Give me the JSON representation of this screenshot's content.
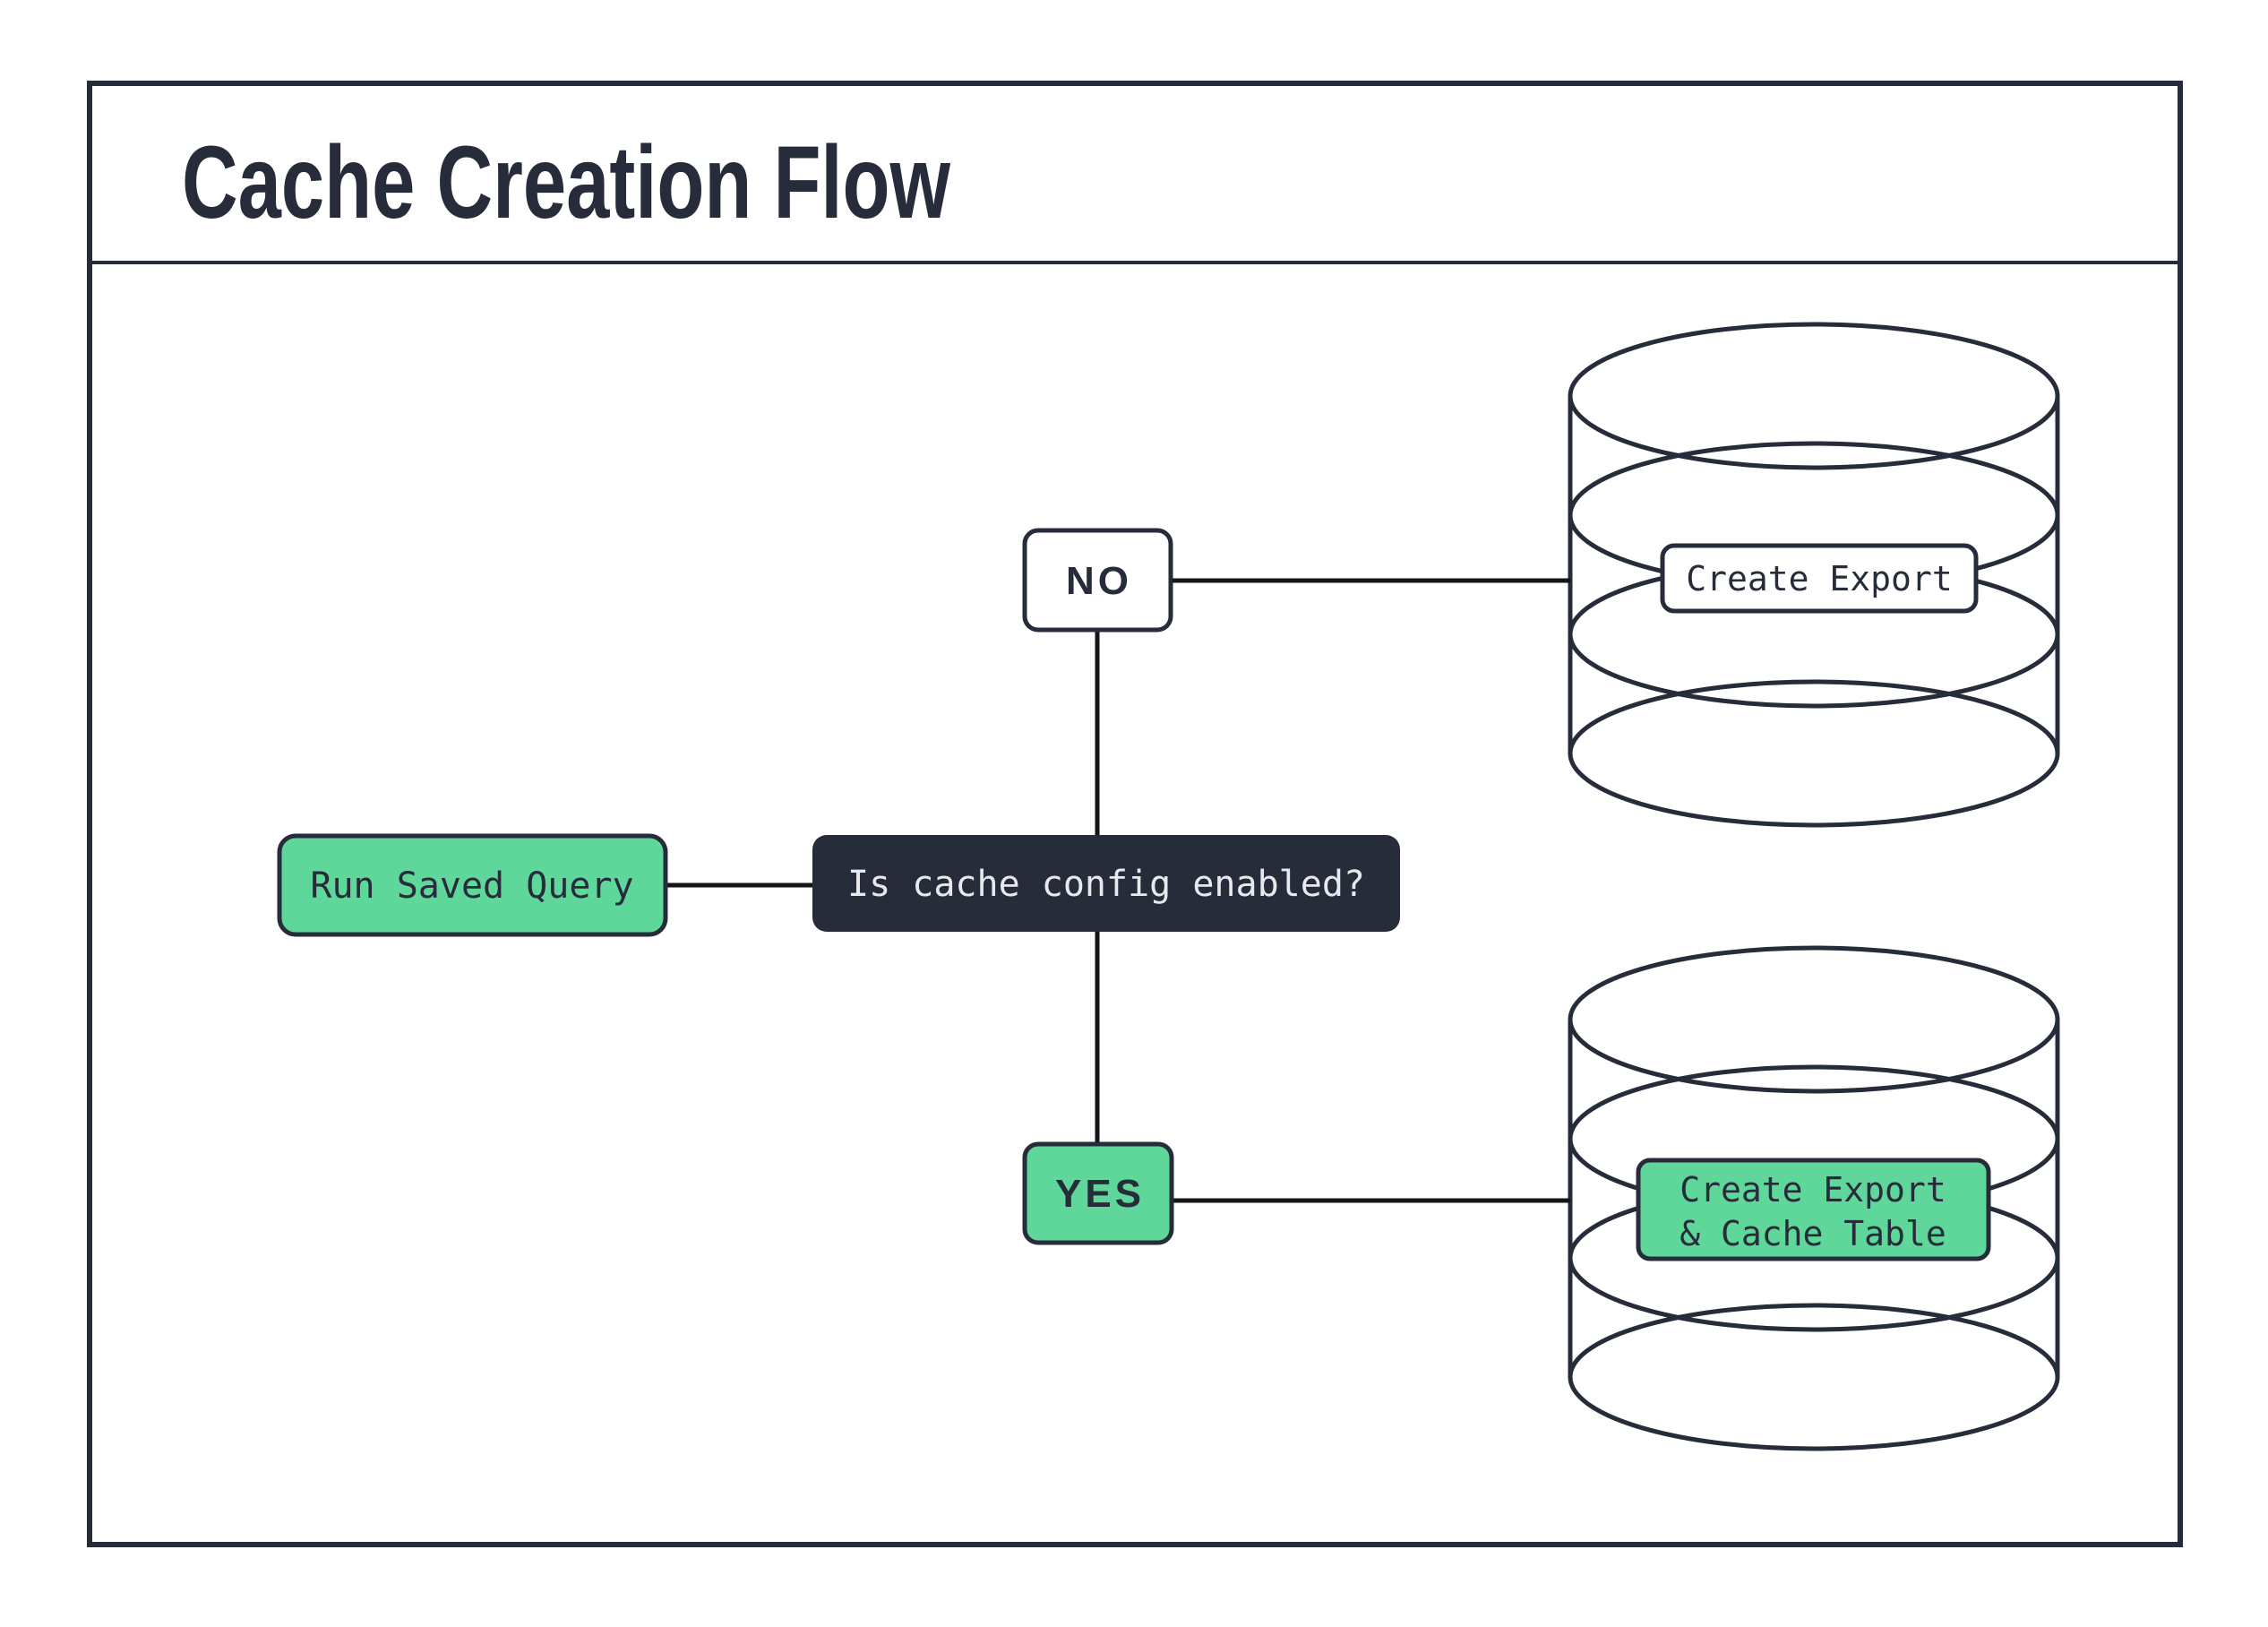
{
  "title": "Cache Creation Flow",
  "palette": {
    "ink": "#272c3a",
    "green": "#5fd69a",
    "connector_black": "#14151a",
    "light_text": "#e8e9ed",
    "background": "#ffffff"
  },
  "nodes": {
    "start": {
      "label": "Run Saved Query"
    },
    "decision": {
      "label": "Is cache config enabled?"
    },
    "branch_no": {
      "label": "NO"
    },
    "branch_yes": {
      "label": "YES"
    },
    "db_export": {
      "label": "Create Export"
    },
    "db_cache": {
      "line1": "Create Export",
      "line2": "& Cache Table"
    }
  }
}
